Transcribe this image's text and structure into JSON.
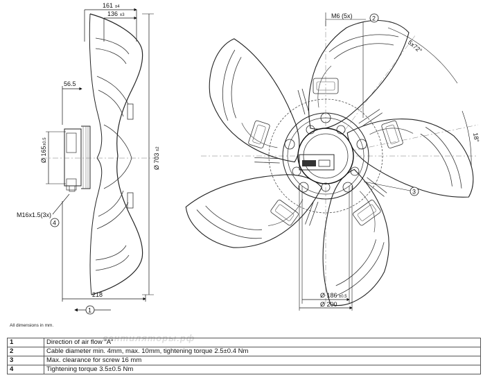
{
  "dimensions": {
    "d161": "161",
    "d161_tol": "±4",
    "d136": "136",
    "d136_tol": "±3",
    "d56_5": "56.5",
    "d165": "Ø 165",
    "d165_tol": "±0.5",
    "d703": "Ø 703",
    "d703_tol": "±2",
    "m16": "M16x1.5(3x)",
    "d218": "218",
    "m6": "M6 (5x)",
    "d5x72": "5x72°",
    "d18": "18°",
    "d186": "Ø 186",
    "d186_tol": "±0.5",
    "d200": "Ø 200"
  },
  "callouts": [
    "1",
    "2",
    "3",
    "4"
  ],
  "note": "All dimensions in mm.",
  "watermark": "вентиляторы.рф",
  "legend": [
    {
      "num": "1",
      "text": "Direction of air flow \"A\""
    },
    {
      "num": "2",
      "text": "Cable diameter min. 4mm, max. 10mm, tightening torque 2.5±0.4 Nm"
    },
    {
      "num": "3",
      "text": "Max. clearance for screw 16 mm"
    },
    {
      "num": "4",
      "text": "Tightening torque 3.5±0.5 Nm"
    }
  ]
}
